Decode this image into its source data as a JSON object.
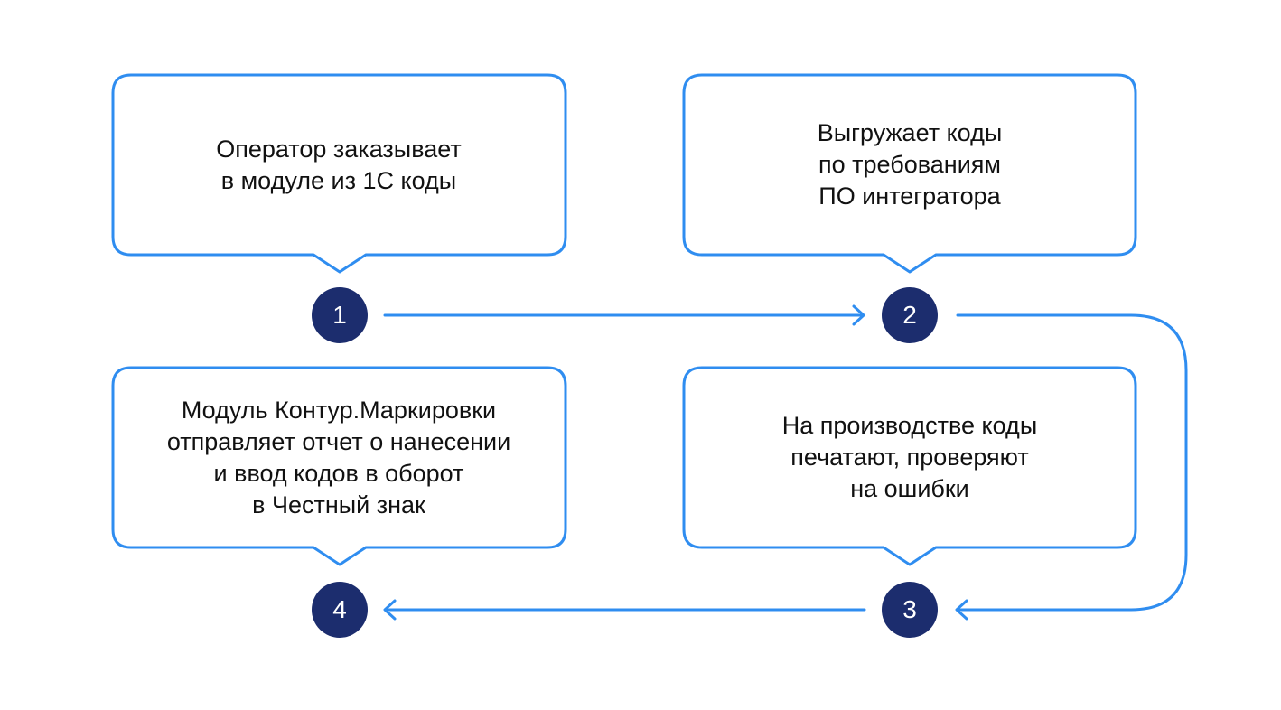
{
  "colors": {
    "stroke": "#2f8df0",
    "circle": "#1c2d6e",
    "text": "#111111"
  },
  "steps": [
    {
      "number": "1",
      "text": "Оператор заказывает\nв модуле из 1С коды"
    },
    {
      "number": "2",
      "text": "Выгружает коды\nпо требованиям\nПО интегратора"
    },
    {
      "number": "3",
      "text": "На производстве коды\nпечатают, проверяют\nна ошибки"
    },
    {
      "number": "4",
      "text": "Модуль Контур.Маркировки\nотправляет отчет о нанесении\nи ввод кодов в оборот\nв Честный знак"
    }
  ]
}
